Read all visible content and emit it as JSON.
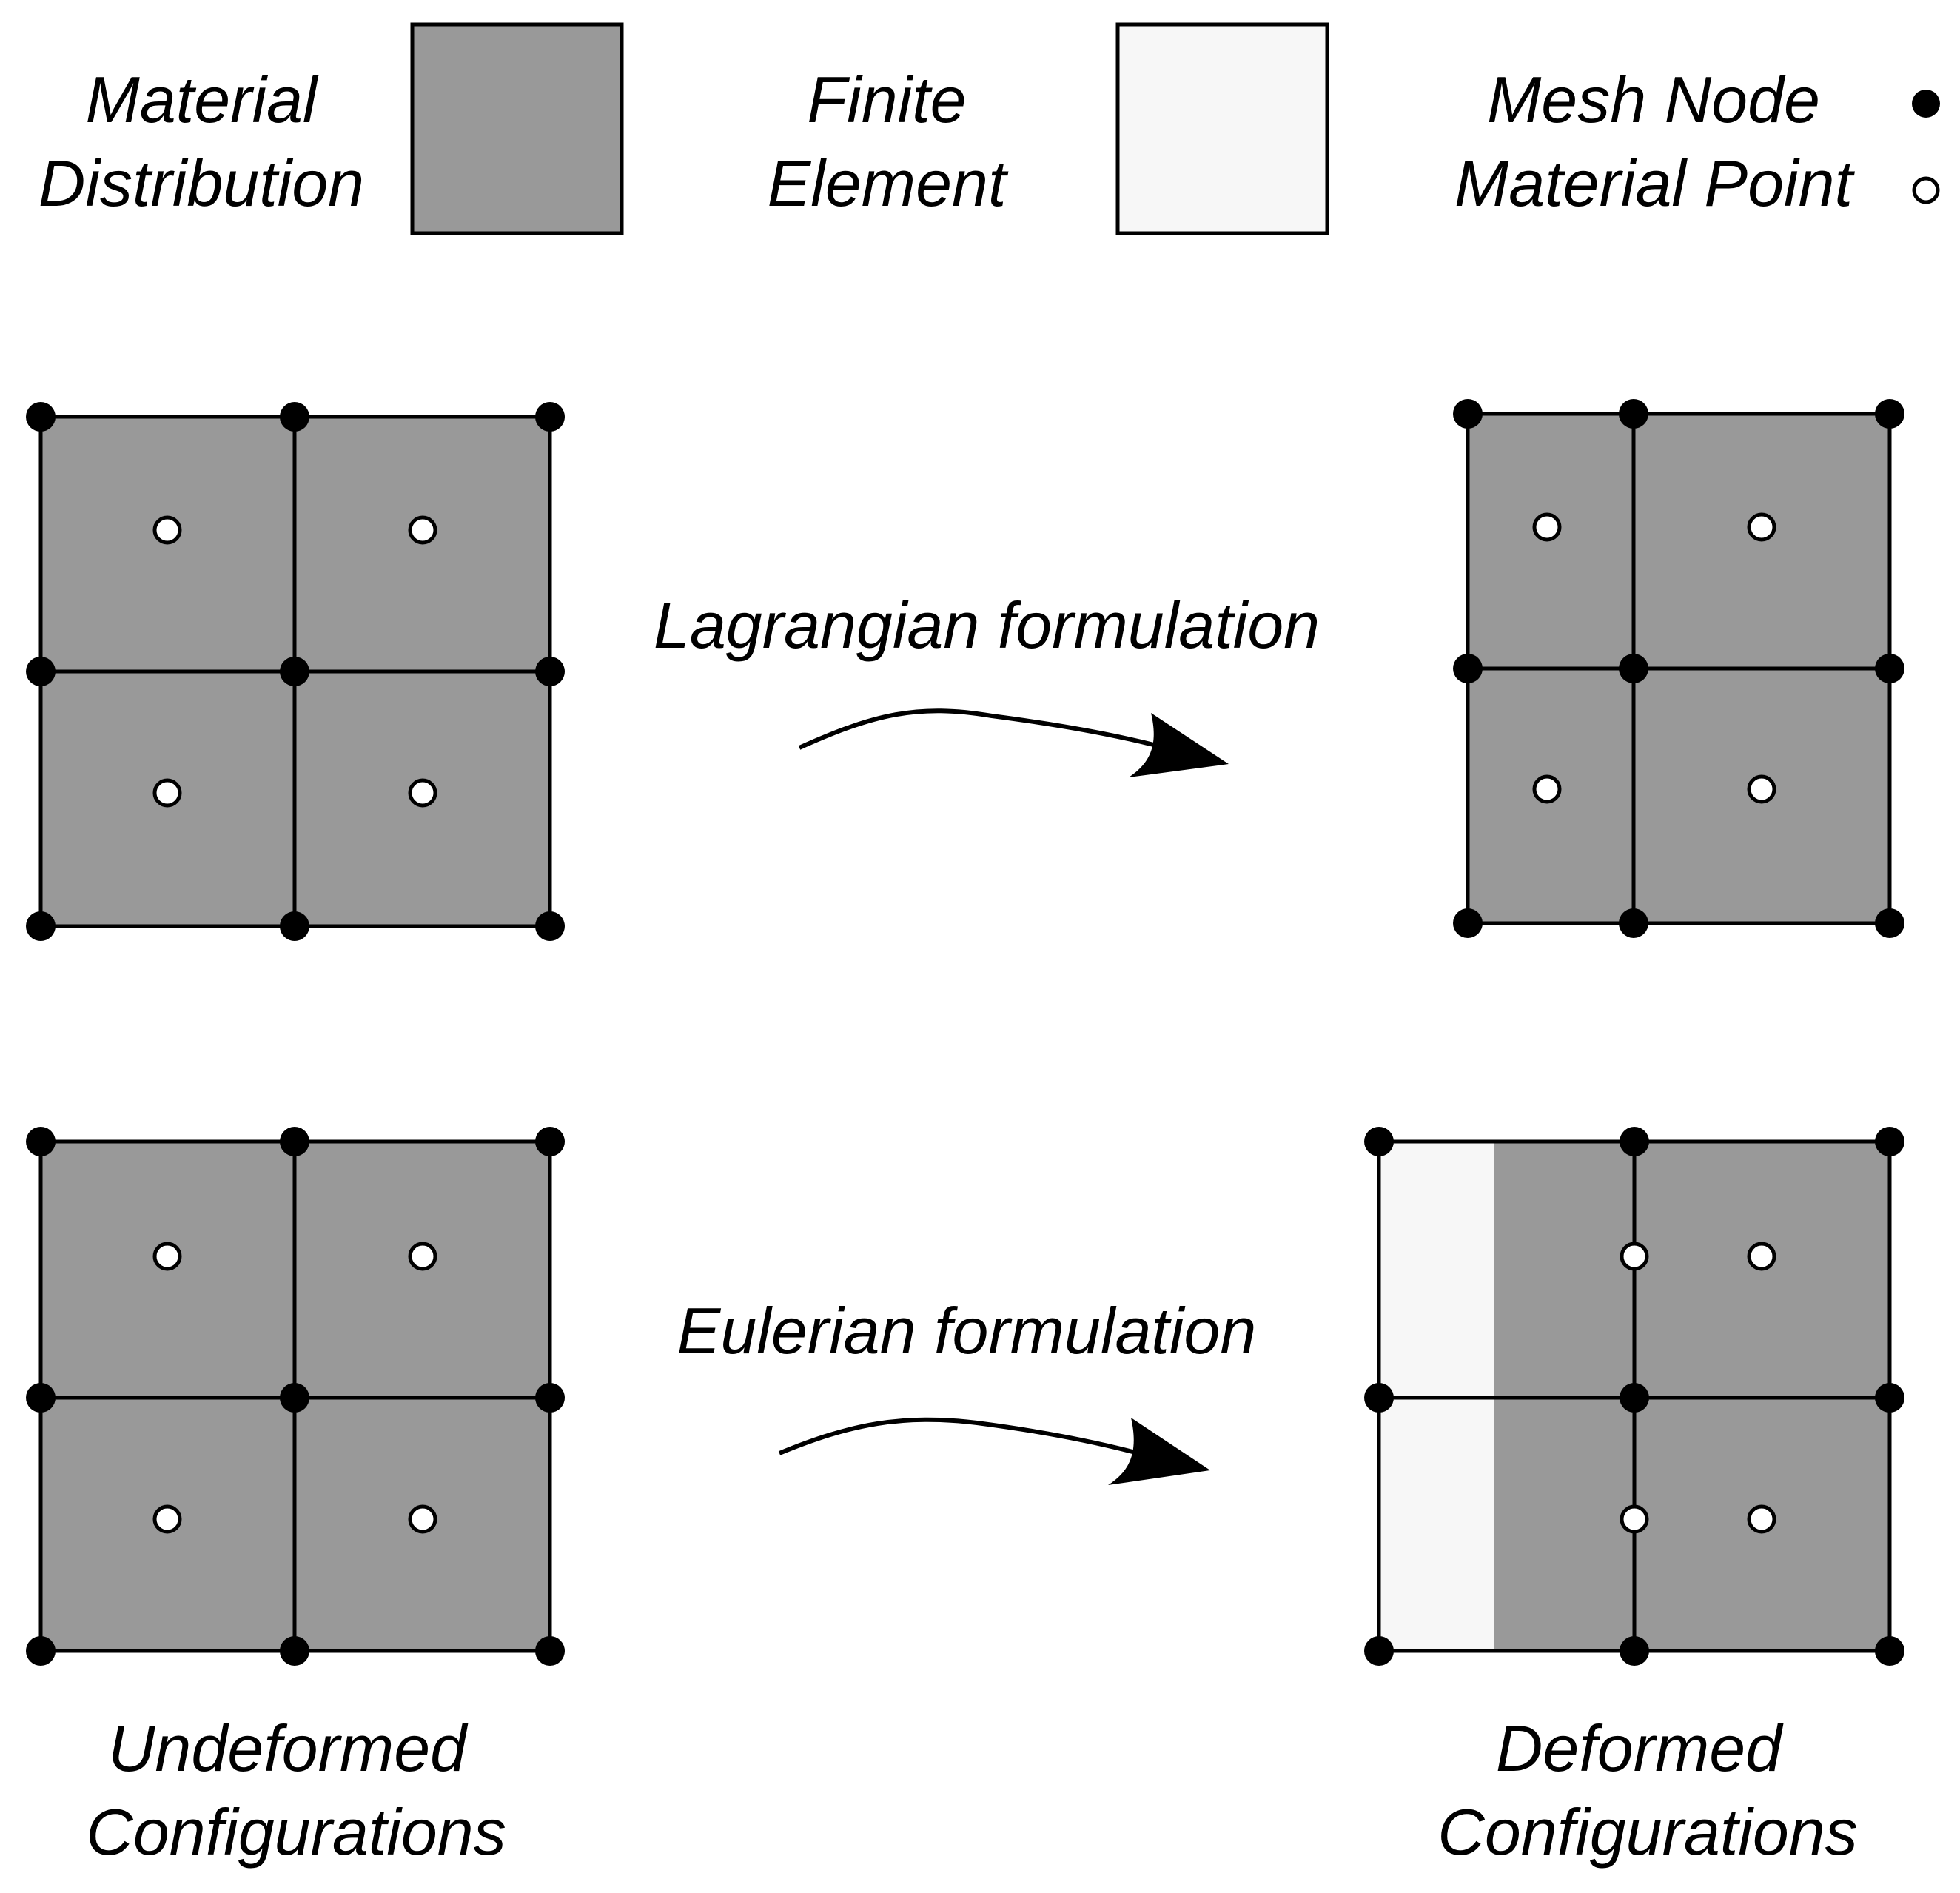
{
  "legend": {
    "material_distribution": {
      "line1": "Material",
      "line2": "Distribution"
    },
    "finite_element": {
      "line1": "Finite",
      "line2": "Element"
    },
    "mesh_node": "Mesh Node",
    "material_point": "Material Point"
  },
  "arrows": {
    "lagrangian": "Lagrangian formulation",
    "eulerian": "Eulerian formulation"
  },
  "captions": {
    "undeformed": {
      "line1": "Undeformed",
      "line2": "Configurations"
    },
    "deformed": {
      "line1": "Deformed",
      "line2": "Configurations"
    }
  },
  "colors": {
    "material": "#999999",
    "element": "#f7f7f7",
    "outline": "#000000",
    "node": "#000000",
    "material_point": "#ffffff"
  }
}
